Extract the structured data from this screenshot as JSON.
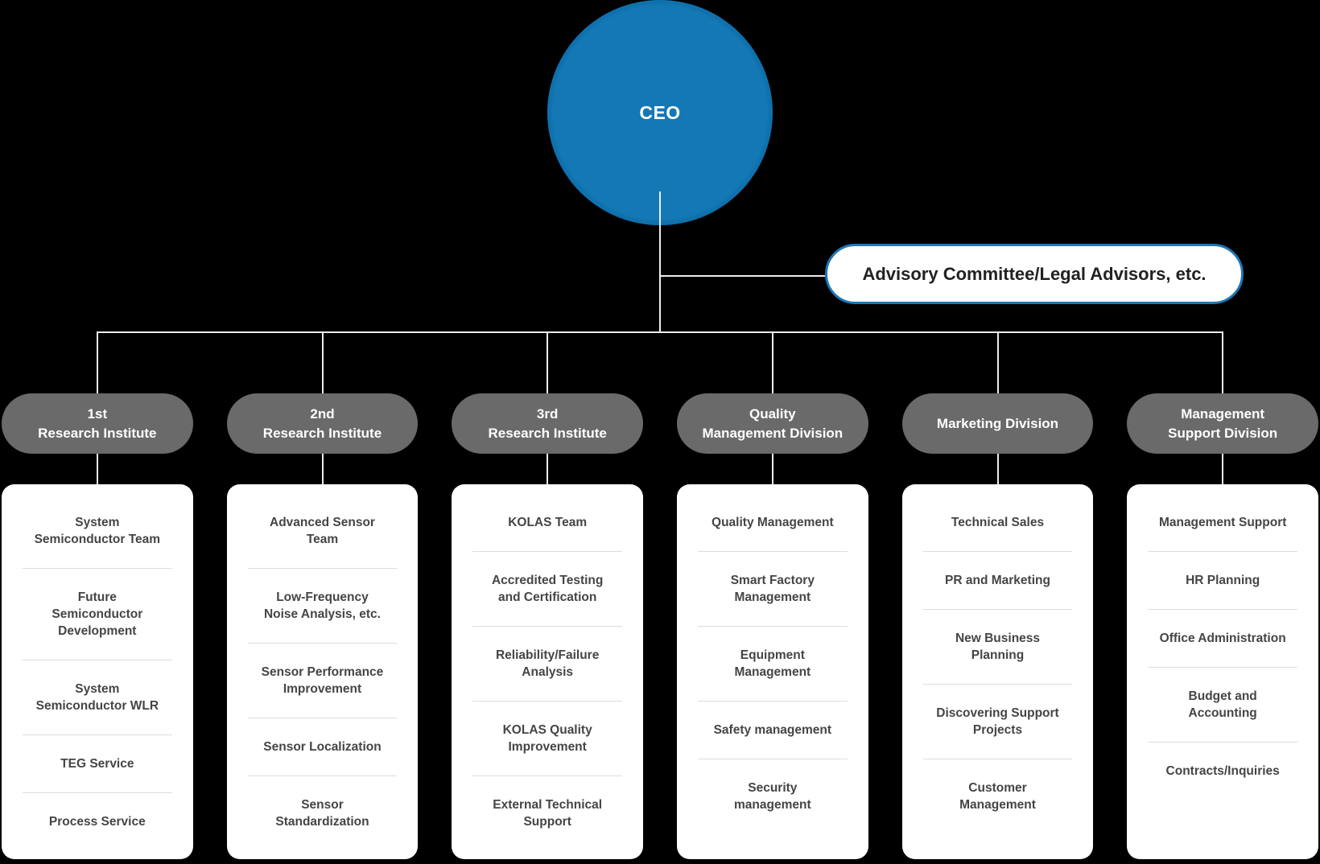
{
  "colors": {
    "background": "#000000",
    "ceo_blue": "#0e71ad",
    "ceo_blue_inner": "#1478b4",
    "advisory_border": "#1d76b6",
    "division_pill_gray": "#6a6a6a",
    "card_background": "#ffffff",
    "connector_line": "#ececec",
    "item_text": "#454545",
    "divider": "#dcdcdc"
  },
  "ceo": {
    "label": "CEO"
  },
  "advisory": {
    "label": "Advisory Committee/Legal Advisors, etc."
  },
  "divisions": [
    {
      "title": [
        "1st",
        "Research Institute"
      ],
      "teams": [
        [
          "System",
          "Semiconductor Team"
        ],
        [
          "Future",
          "Semiconductor",
          "Development"
        ],
        [
          "System",
          "Semiconductor WLR"
        ],
        "TEG Service",
        "Process Service"
      ]
    },
    {
      "title": [
        "2nd",
        "Research Institute"
      ],
      "teams": [
        [
          "Advanced Sensor",
          "Team"
        ],
        [
          "Low-Frequency",
          "Noise Analysis, etc."
        ],
        [
          "Sensor Performance",
          "Improvement"
        ],
        "Sensor Localization",
        [
          "Sensor",
          "Standardization"
        ]
      ]
    },
    {
      "title": [
        "3rd",
        "Research Institute"
      ],
      "teams": [
        "KOLAS Team",
        [
          "Accredited Testing",
          "and Certification"
        ],
        [
          "Reliability/Failure",
          "Analysis"
        ],
        [
          "KOLAS Quality",
          "Improvement"
        ],
        [
          "External Technical",
          "Support"
        ]
      ]
    },
    {
      "title": [
        "Quality",
        "Management Division"
      ],
      "teams": [
        "Quality Management",
        [
          "Smart Factory",
          "Management"
        ],
        [
          "Equipment",
          "Management"
        ],
        "Safety management",
        [
          "Security",
          "management"
        ]
      ]
    },
    {
      "title": "Marketing Division",
      "teams": [
        "Technical Sales",
        "PR and Marketing",
        [
          "New Business",
          "Planning"
        ],
        [
          "Discovering Support",
          "Projects"
        ],
        [
          "Customer",
          "Management"
        ]
      ]
    },
    {
      "title": [
        "Management",
        "Support Division"
      ],
      "teams": [
        "Management Support",
        "HR Planning",
        "Office Administration",
        [
          "Budget and",
          "Accounting"
        ],
        "Contracts/Inquiries"
      ]
    }
  ]
}
